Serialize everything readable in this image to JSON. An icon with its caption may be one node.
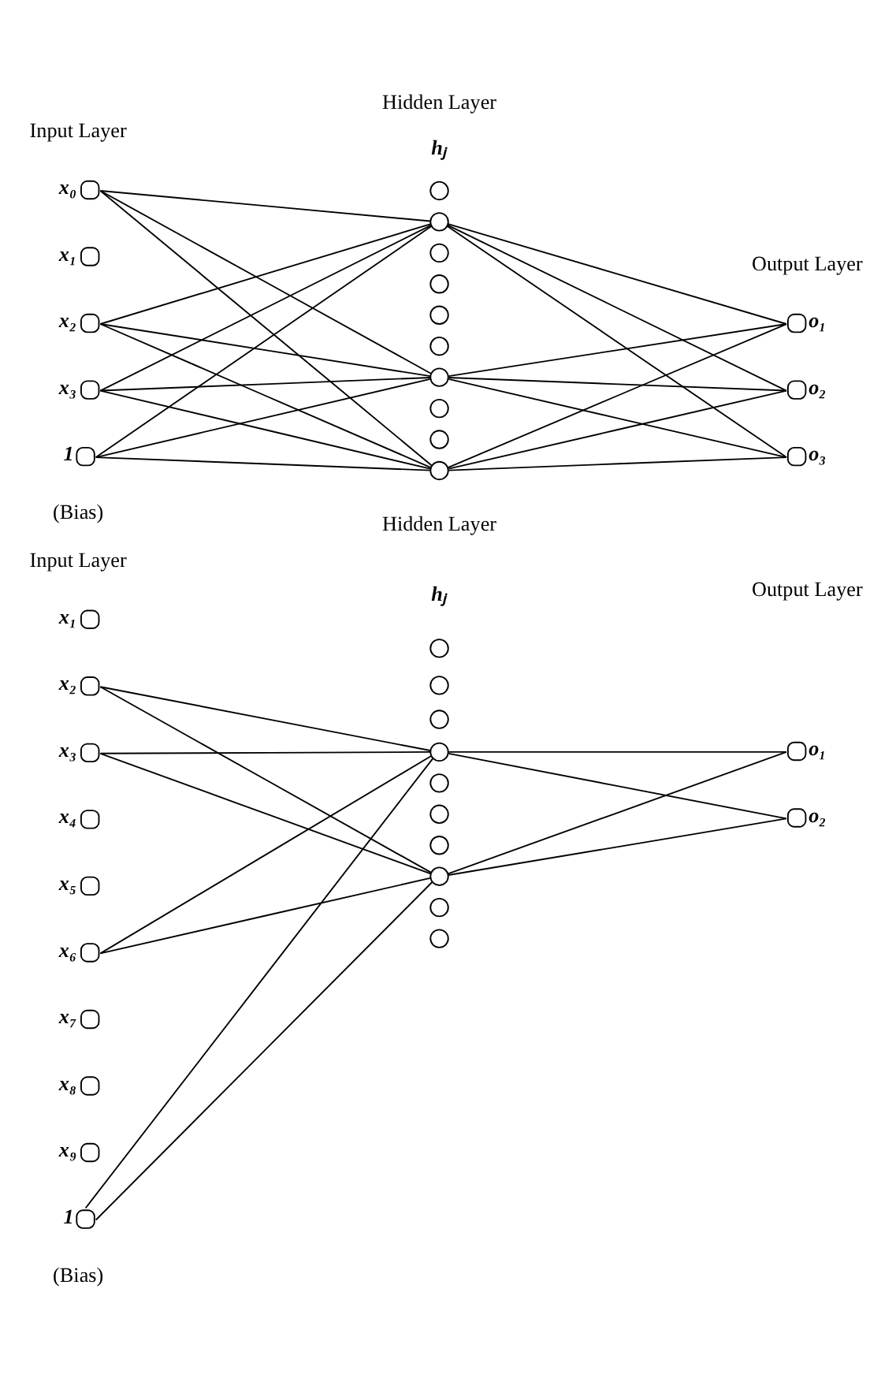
{
  "diagram": {
    "nodes": [
      {
        "text": [],
        "shape": "circle",
        "beside": [
          "x₀"
        ]
      },
      {
        "text": [],
        "shape": "circle",
        "beside": [
          "x₁"
        ]
      },
      {
        "text": [],
        "shape": "circle",
        "beside": [
          "x₂"
        ]
      },
      {
        "text": [],
        "shape": "circle",
        "beside": [
          "x₃"
        ]
      },
      {
        "text": [],
        "shape": "circle",
        "beside": [
          "1"
        ]
      },
      {
        "text": [],
        "shape": "circle"
      },
      {
        "text": [],
        "shape": "circle"
      },
      {
        "text": [],
        "shape": "circle"
      },
      {
        "text": [],
        "shape": "circle"
      },
      {
        "text": [],
        "shape": "circle"
      },
      {
        "text": [],
        "shape": "circle"
      },
      {
        "text": [],
        "shape": "circle"
      },
      {
        "text": [],
        "shape": "circle"
      },
      {
        "text": [],
        "shape": "circle"
      },
      {
        "text": [],
        "shape": "circle"
      },
      {
        "text": [],
        "shape": "circle",
        "beside": [
          "o₁"
        ]
      },
      {
        "text": [],
        "shape": "circle",
        "beside": [
          "o₂"
        ]
      },
      {
        "text": [],
        "shape": "circle",
        "beside": [
          "o₃"
        ]
      },
      {
        "text": [],
        "shape": "circle",
        "beside": [
          "x₁"
        ]
      },
      {
        "text": [],
        "shape": "circle",
        "beside": [
          "x₂"
        ]
      },
      {
        "text": [],
        "shape": "circle",
        "beside": [
          "x₃"
        ]
      },
      {
        "text": [],
        "shape": "circle",
        "beside": [
          "x₄"
        ]
      },
      {
        "text": [],
        "shape": "circle",
        "beside": [
          "x₅"
        ]
      },
      {
        "text": [],
        "shape": "circle",
        "beside": [
          "x₆"
        ]
      },
      {
        "text": [],
        "shape": "circle",
        "beside": [
          "x₇"
        ]
      },
      {
        "text": [],
        "shape": "circle",
        "beside": [
          "x₈"
        ]
      },
      {
        "text": [],
        "shape": "circle",
        "beside": [
          "x₉"
        ]
      },
      {
        "text": [],
        "shape": "circle",
        "beside": [
          "1"
        ]
      },
      {
        "text": [],
        "shape": "circle"
      },
      {
        "text": [],
        "shape": "circle"
      },
      {
        "text": [],
        "shape": "circle"
      },
      {
        "text": [],
        "shape": "circle"
      },
      {
        "text": [],
        "shape": "circle"
      },
      {
        "text": [],
        "shape": "circle"
      },
      {
        "text": [],
        "shape": "circle"
      },
      {
        "text": [],
        "shape": "circle"
      },
      {
        "text": [],
        "shape": "circle"
      },
      {
        "text": [],
        "shape": "circle"
      },
      {
        "text": [],
        "shape": "circle",
        "beside": [
          "o₁"
        ]
      },
      {
        "text": [],
        "shape": "circle",
        "beside": [
          "o₂"
        ]
      }
    ],
    "edges": [
      {
        "from": 0,
        "to": 6,
        "arrow": "none"
      },
      {
        "from": 0,
        "to": 11,
        "arrow": "none"
      },
      {
        "from": 0,
        "to": 14,
        "arrow": "none"
      },
      {
        "from": 2,
        "to": 6,
        "arrow": "none"
      },
      {
        "from": 2,
        "to": 11,
        "arrow": "none"
      },
      {
        "from": 2,
        "to": 14,
        "arrow": "none"
      },
      {
        "from": 3,
        "to": 6,
        "arrow": "none"
      },
      {
        "from": 3,
        "to": 11,
        "arrow": "none"
      },
      {
        "from": 3,
        "to": 14,
        "arrow": "none"
      },
      {
        "from": 4,
        "to": 6,
        "arrow": "none"
      },
      {
        "from": 4,
        "to": 11,
        "arrow": "none"
      },
      {
        "from": 4,
        "to": 14,
        "arrow": "none"
      },
      {
        "from": 6,
        "to": 15,
        "arrow": "none"
      },
      {
        "from": 6,
        "to": 16,
        "arrow": "none"
      },
      {
        "from": 6,
        "to": 17,
        "arrow": "none"
      },
      {
        "from": 11,
        "to": 15,
        "arrow": "none"
      },
      {
        "from": 11,
        "to": 16,
        "arrow": "none"
      },
      {
        "from": 11,
        "to": 17,
        "arrow": "none"
      },
      {
        "from": 14,
        "to": 15,
        "arrow": "none"
      },
      {
        "from": 14,
        "to": 16,
        "arrow": "none"
      },
      {
        "from": 14,
        "to": 17,
        "arrow": "none"
      },
      {
        "from": 19,
        "to": 31,
        "arrow": "none"
      },
      {
        "from": 19,
        "to": 35,
        "arrow": "none"
      },
      {
        "from": 20,
        "to": 31,
        "arrow": "none"
      },
      {
        "from": 20,
        "to": 35,
        "arrow": "none"
      },
      {
        "from": 23,
        "to": 31,
        "arrow": "none"
      },
      {
        "from": 23,
        "to": 35,
        "arrow": "none"
      },
      {
        "from": 27,
        "to": 31,
        "arrow": "none"
      },
      {
        "from": 27,
        "to": 35,
        "arrow": "none"
      },
      {
        "from": 31,
        "to": 38,
        "arrow": "none"
      },
      {
        "from": 31,
        "to": 39,
        "arrow": "none"
      },
      {
        "from": 35,
        "to": 38,
        "arrow": "none"
      },
      {
        "from": 35,
        "to": 39,
        "arrow": "none"
      }
    ],
    "labels": [
      "Hidden Layer",
      "hⱼ",
      "Input Layer",
      "Output Layer",
      "(Bias)",
      "Hidden Layer",
      "hⱼ",
      "Input Layer",
      "Output Layer",
      "(Bias)"
    ]
  }
}
